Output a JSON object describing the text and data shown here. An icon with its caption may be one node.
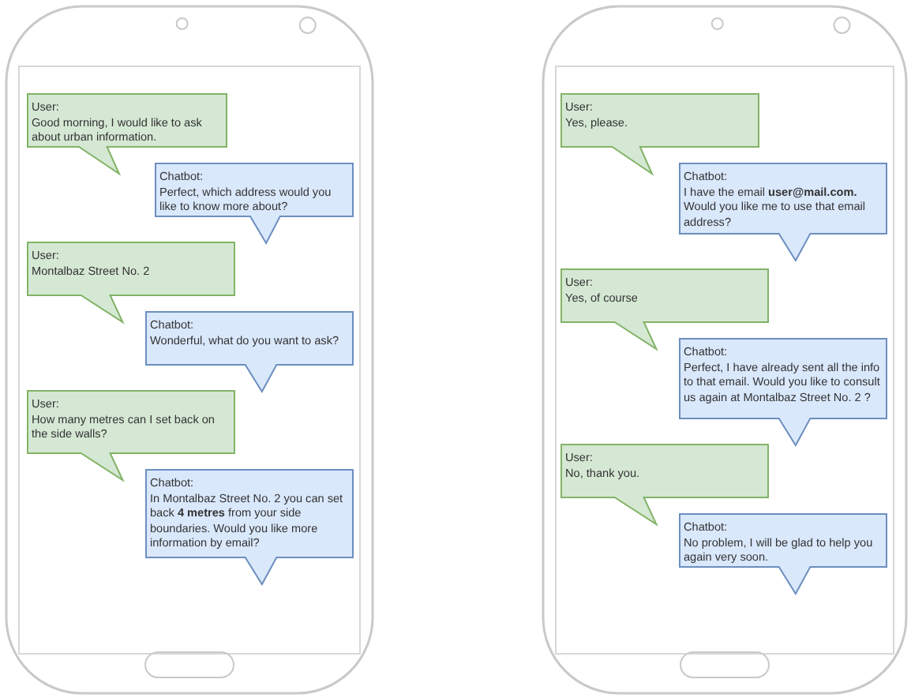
{
  "diagram": {
    "nodes": [
      {
        "text": [],
        "shape": "picture"
      },
      {
        "text": [
          "User:",
          "Good morning, I would like to ask about urban information."
        ],
        "in": 0
      },
      {
        "text": [
          "Chatbot:",
          "Perfect, which address would you like to know more about?"
        ],
        "in": 0
      },
      {
        "text": [
          "User:",
          "Montalbaz Street No. 2"
        ],
        "in": 0
      },
      {
        "text": [
          "Chatbot:",
          "Wonderful, what do you want to ask?"
        ],
        "in": 0
      },
      {
        "text": [
          "User:",
          "How many metres can I set back on the side walls?"
        ],
        "in": 0
      },
      {
        "text": [
          "Chatbot:",
          "In Montalbaz Street No. 2 you can set back **4 metres** from your side boundaries. Would you like more information by email?"
        ],
        "in": 0
      },
      {
        "text": [],
        "shape": "picture"
      },
      {
        "text": [
          "User:",
          "Yes, please."
        ],
        "in": 7
      },
      {
        "text": [
          "Chatbot:",
          "I have the email **user@mail.com.** Would you like me to use that email address?"
        ],
        "in": 7
      },
      {
        "text": [
          "User:",
          "Yes, of course"
        ],
        "in": 7
      },
      {
        "text": [
          "Chatbot:",
          "Perfect, I have already sent all the info to that email. Would you like to consult us again at Montalbaz Street No. 2 ?"
        ],
        "in": 7
      },
      {
        "text": [
          "User:",
          "No, thank you."
        ],
        "in": 7
      },
      {
        "text": [
          "Chatbot:",
          "No problem, I will be glad to help you again very soon."
        ],
        "in": 7
      }
    ],
    "edges": []
  }
}
